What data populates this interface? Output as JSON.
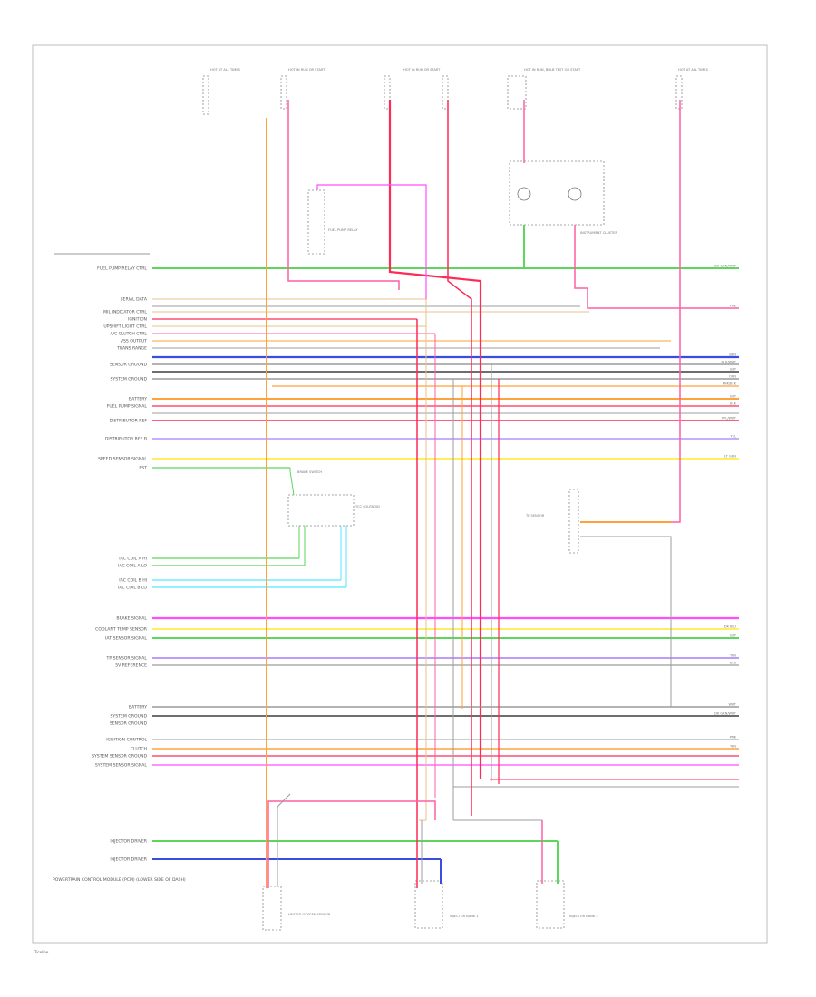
{
  "diagram": {
    "footer": "Ticeline",
    "module_label": "POWERTRAIN CONTROL MODULE (PCM) (LOWER SIDE OF DASH)",
    "top_labels": [
      "HOT AT ALL TIMES",
      "HOT IN RUN OR START",
      "HOT IN RUN OR START",
      "HOT IN RUN, BULB TEST OR START",
      "HOT AT ALL TIMES"
    ],
    "components": {
      "relay": "FUEL PUMP RELAY",
      "cluster": "INSTRUMENT CLUSTER",
      "brake_switch": "BRAKE SWITCH",
      "tcc_solenoid": "TCC SOLENOID",
      "tp_sensor": "TP SENSOR",
      "oxygen_sensor": "HEATED OXYGEN SENSOR",
      "injectors_left": "INJECTOR BANK 1",
      "injectors_right": "INJECTOR BANK 2"
    },
    "left_labels": [
      "FUEL PUMP RELAY CTRL",
      "SERIAL DATA",
      "MIL INDICATOR CTRL",
      "IGNITION",
      "UPSHIFT LIGHT CTRL",
      "A/C CLUTCH CTRL",
      "VSS OUTPUT",
      "TRANS RANGE",
      "SENSOR GROUND",
      "SYSTEM GROUND",
      "BATTERY",
      "FUEL PUMP SIGNAL",
      "DISTRIBUTOR REF",
      "DISTRIBUTOR REF B",
      "SPEED SENSOR SIGNAL",
      "EST",
      "IAC COIL A HI",
      "IAC COIL A LO",
      "IAC COIL B HI",
      "IAC COIL B LO",
      "BRAKE SIGNAL",
      "COOLANT TEMP SENSOR",
      "IAT SENSOR SIGNAL",
      "TP SENSOR SIGNAL",
      "5V REFERENCE",
      "BATTERY",
      "SYSTEM GROUND",
      "SENSOR GROUND",
      "IGNITION CONTROL",
      "CLUTCH",
      "SYSTEM SENSOR GROUND",
      "SYSTEM SENSOR SIGNAL",
      "INJECTOR DRIVER",
      "INJECTOR DRIVER"
    ],
    "right_codes": [
      "DK GRN/WHT",
      "PNK",
      "BRN",
      "BLK/WHT",
      "GRY",
      "ORN",
      "PNK/BLK",
      "GRY",
      "BLK",
      "PPL/WHT",
      "YEL",
      "LT GRN",
      "DK BLU",
      "GRY",
      "TAN",
      "BLK",
      "WHT",
      "DK GRN/WHT",
      "PNK",
      "TAN"
    ]
  },
  "colors": {
    "orange": "#ffa23a",
    "pink": "#ff5fa2",
    "magenta": "#ff4dff",
    "red": "#ff2a55",
    "green": "#5cd65c",
    "blue": "#3b4de0",
    "navy": "#1e2ca8",
    "yellow": "#ffef5a",
    "cyan": "#55e6ff",
    "gray": "#9c9c9c",
    "darkgray": "#6e6e6e",
    "tan": "#e8c08a",
    "violet": "#a67cff"
  }
}
